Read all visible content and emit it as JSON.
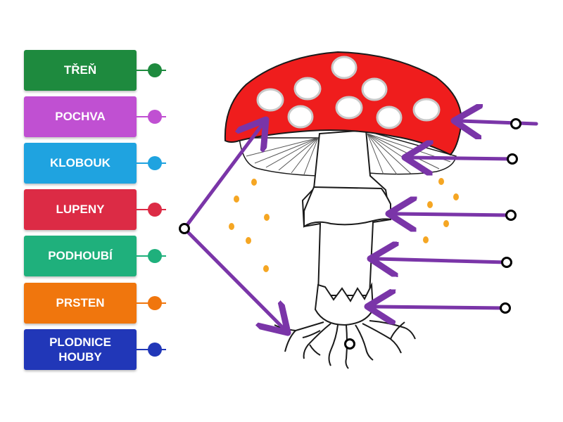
{
  "labels": [
    {
      "text": "TŘEŇ",
      "color": "#1e8a3e"
    },
    {
      "text": "POCHVA",
      "color": "#c050d2"
    },
    {
      "text": "KLOBOUK",
      "color": "#1fa3e0"
    },
    {
      "text": "LUPENY",
      "color": "#dc2b45"
    },
    {
      "text": "PODHOUBÍ",
      "color": "#1fb07c"
    },
    {
      "text": "PRSTEN",
      "color": "#f0760d"
    },
    {
      "text": "PLODNICE HOUBY",
      "color": "#2137b8"
    }
  ],
  "colors": {
    "arrow": "#7a35a8",
    "cap": "#ef1d1d",
    "outline": "#1a1a1a",
    "spore": "#f5a623",
    "hotspot": "#000000"
  }
}
